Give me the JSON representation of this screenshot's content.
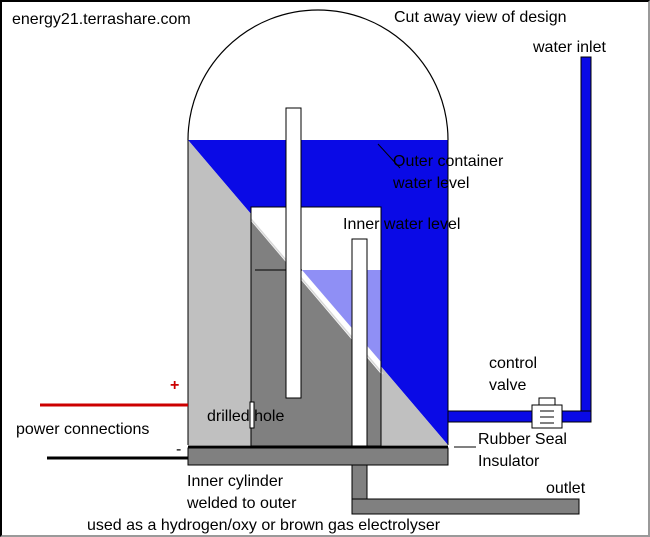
{
  "header": {
    "site": "energy21.terrashare.com",
    "title": "Cut away view of design"
  },
  "labels": {
    "water_inlet": "water inlet",
    "outer_water_level_line1": "Outer container",
    "outer_water_level_line2": "water level",
    "inner_water_level": "Inner water level",
    "control_valve_line1": "control",
    "control_valve_line2": "valve",
    "drilled_hole": "drilled hole",
    "power_connections": "power connections",
    "rubber_seal_line1": "Rubber Seal",
    "rubber_seal_line2": "Insulator",
    "inner_cylinder_line1": "Inner cylinder",
    "inner_cylinder_line2": "welded to outer",
    "outlet": "outlet",
    "caption": "used as a hydrogen/oxy  or brown gas electrolyser"
  },
  "polarity": {
    "positive": "+",
    "negative": "-"
  },
  "colors": {
    "water_outer": "#0a0ae6",
    "water_inner": "#8f8ff5",
    "pipe": "#0a0ae6",
    "cylinder_light": "#c0c0c0",
    "cylinder_dark": "#808080",
    "seal": "#808080",
    "wire_positive": "#cc0000",
    "wire_negative": "#000000"
  }
}
